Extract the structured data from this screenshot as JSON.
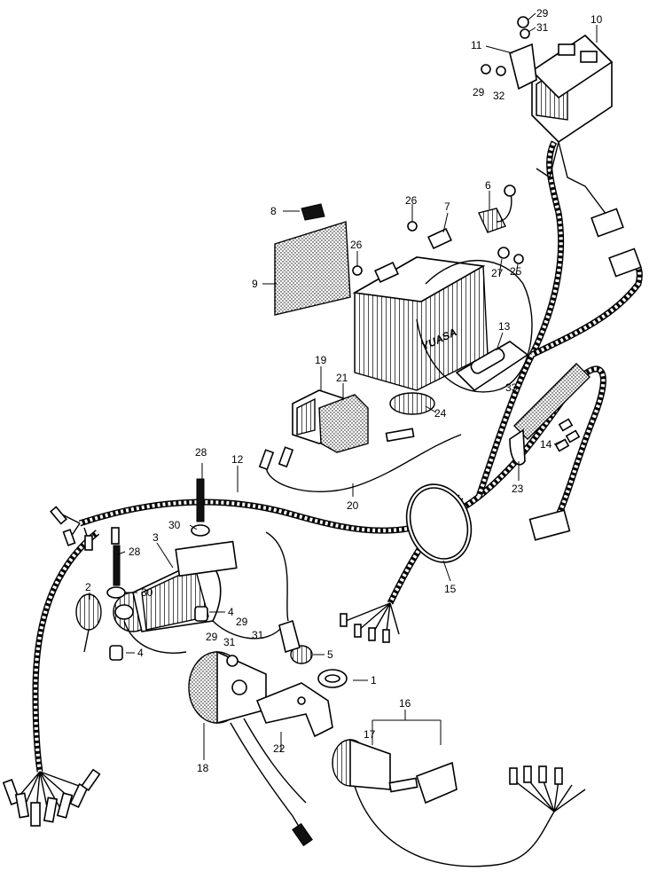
{
  "diagram": {
    "part_labels": {
      "p1": "1",
      "p2": "2",
      "p3": "3",
      "p4a": "4",
      "p4b": "4",
      "p5": "5",
      "p6": "6",
      "p7": "7",
      "p8": "8",
      "p9": "9",
      "p10": "10",
      "p11": "11",
      "p12": "12",
      "p13": "13",
      "p14": "14",
      "p15": "15",
      "p16": "16",
      "p17": "17",
      "p18": "18",
      "p19": "19",
      "p20": "20",
      "p21": "21",
      "p22": "22",
      "p23": "23",
      "p24": "24",
      "p25": "25",
      "p26a": "26",
      "p26b": "26",
      "p27": "27",
      "p28a": "28",
      "p28b": "28",
      "p29a": "29",
      "p29b": "29",
      "p29c": "29",
      "p29d": "29",
      "p30a": "30",
      "p30b": "30",
      "p31a": "31",
      "p31b": "31",
      "p31c": "31",
      "p32": "32",
      "p33": "33"
    }
  }
}
